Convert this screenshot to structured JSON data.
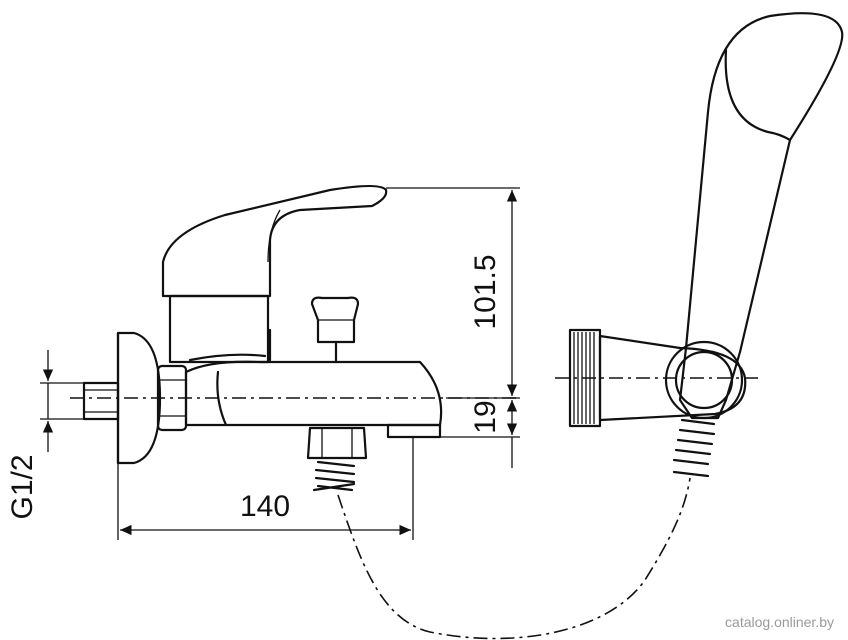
{
  "dimensions": {
    "width": "140",
    "height": "101.5",
    "spout": "19",
    "thread": "G1/2"
  },
  "watermark": "catalog.onliner.by"
}
